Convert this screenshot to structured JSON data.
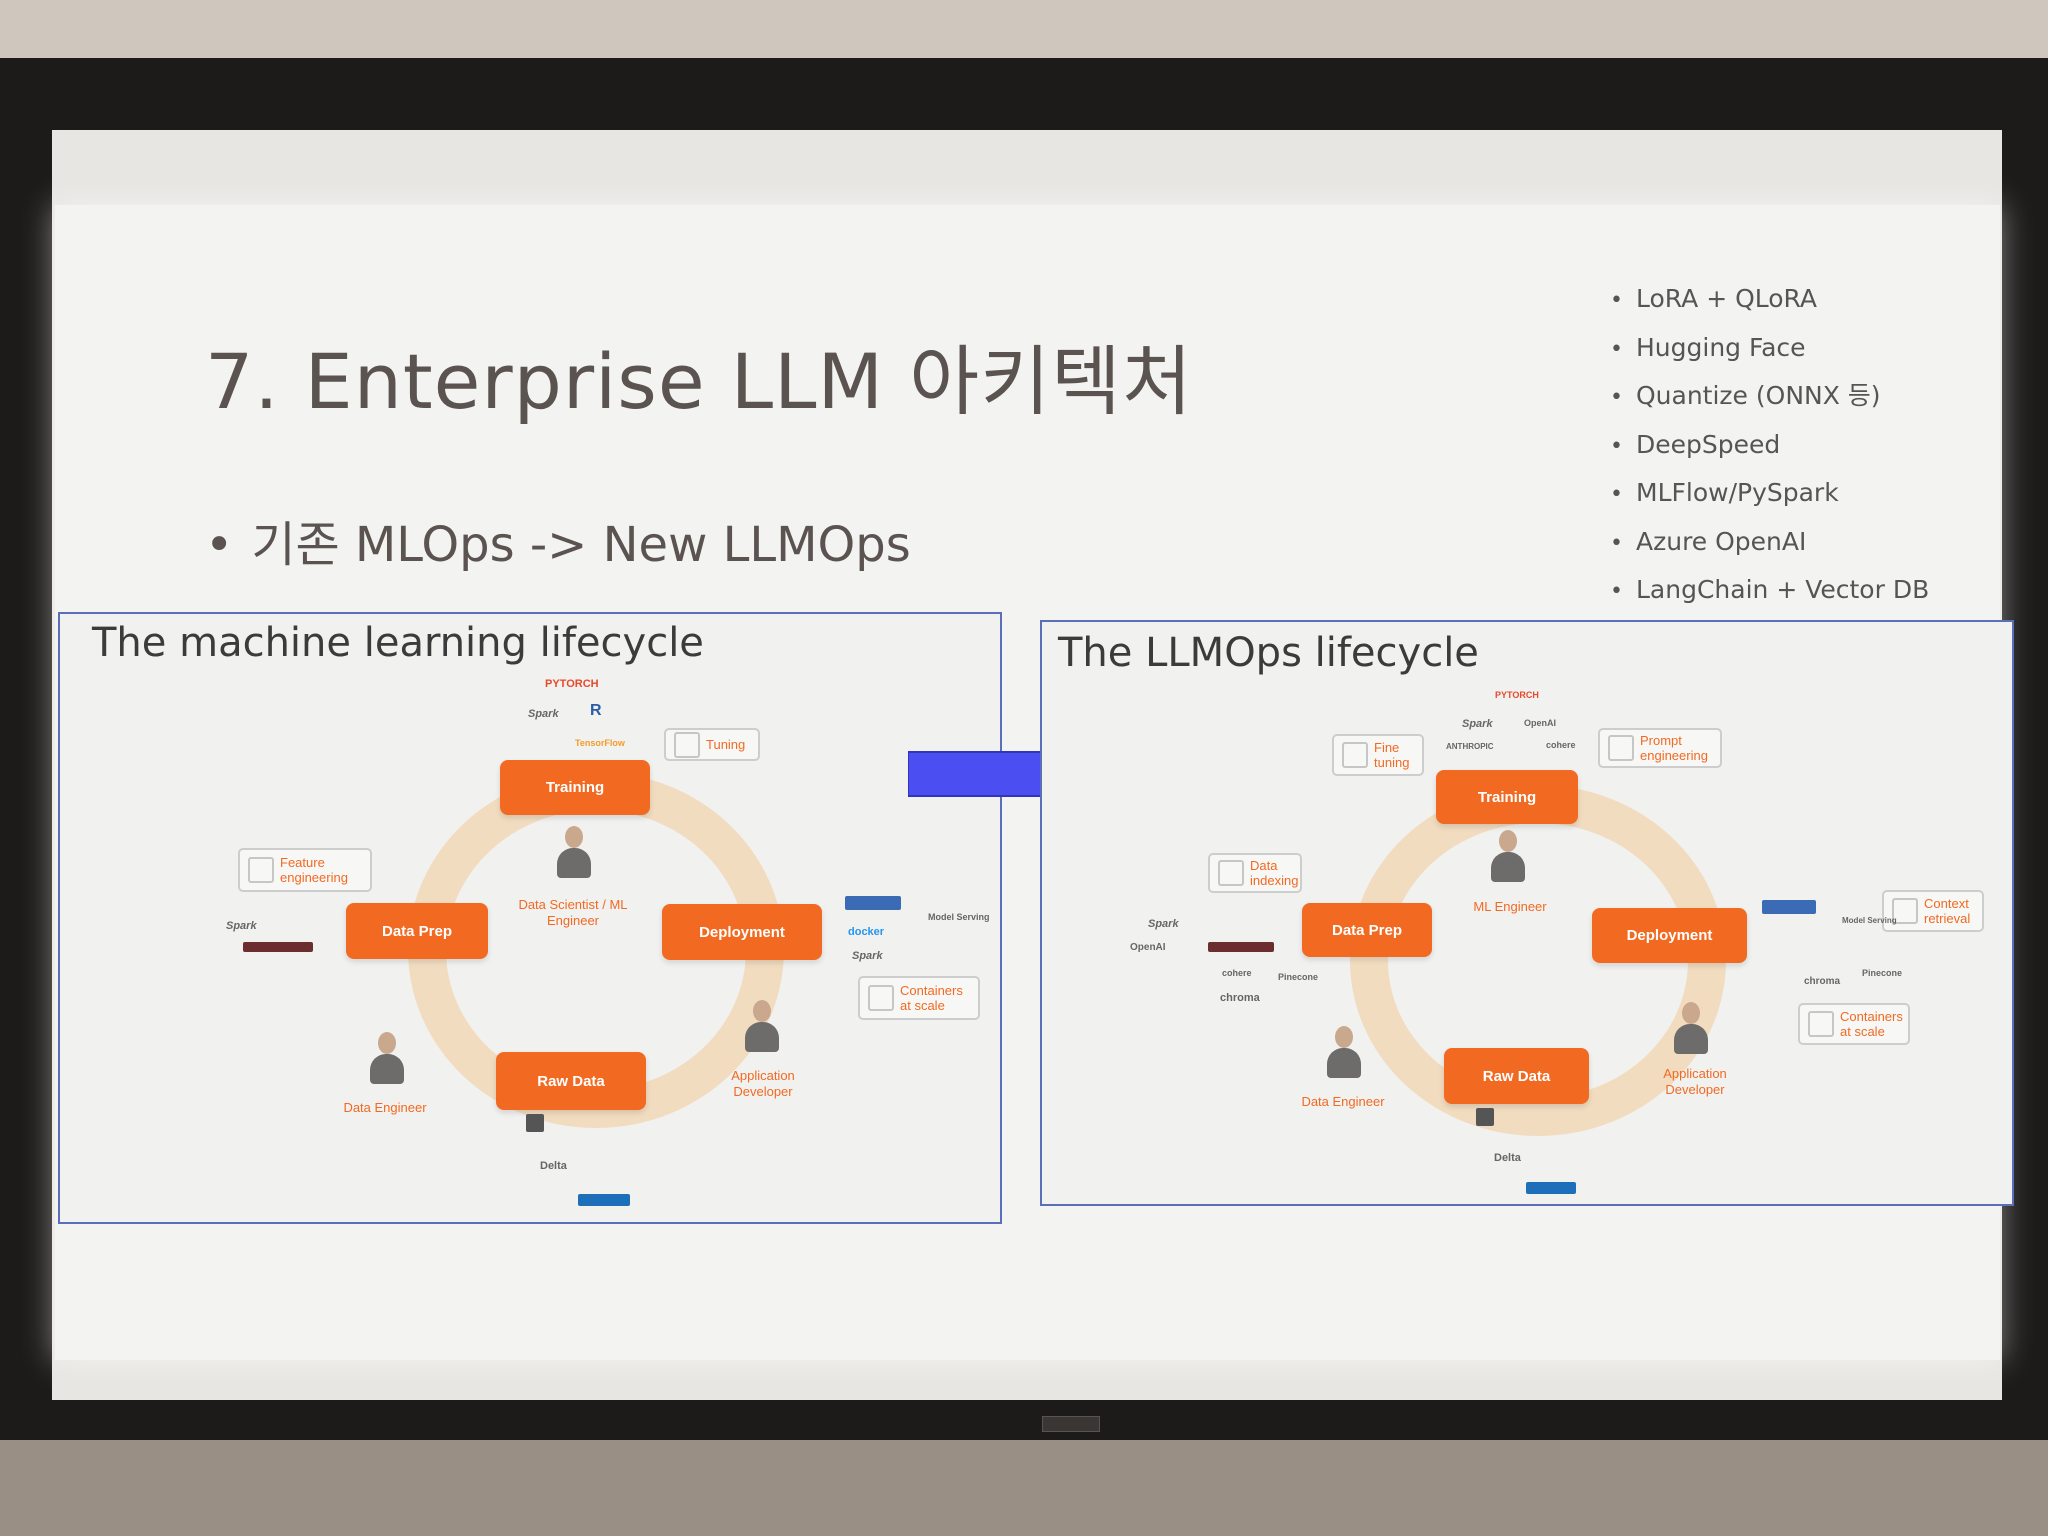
{
  "slide": {
    "title": "7. Enterprise LLM 아키텍처",
    "subtitle": "기존 MLOps  -> New LLMOps",
    "bullet": "•",
    "tools": [
      "LoRA + QLoRA",
      "Hugging Face",
      "Quantize (ONNX 등)",
      "DeepSpeed",
      "MLFlow/PySpark",
      "Azure OpenAI",
      "LangChain + Vector DB"
    ]
  },
  "colors": {
    "stage_orange": "#f26a22",
    "arrow_blue": "#4b4ef0",
    "panel_border": "#5b6fb8",
    "ring": "#f2dcc0"
  },
  "ml_panel": {
    "title": "The machine learning lifecycle",
    "stages": {
      "training": "Training",
      "deployment": "Deployment",
      "raw_data": "Raw Data",
      "data_prep": "Data Prep"
    },
    "roles": {
      "scientist": "Data Scientist / ML Engineer",
      "developer": "Application Developer",
      "engineer": "Data Engineer"
    },
    "callouts": {
      "tuning": "Tuning",
      "feature": "Feature engineering",
      "containers": "Containers at scale"
    },
    "logos": {
      "pytorch": "PYTORCH",
      "spark": "Spark",
      "r": "R",
      "tensorflow": "TensorFlow",
      "model_serving": "Model Serving",
      "docker": "docker",
      "delta": "Delta"
    }
  },
  "llm_panel": {
    "title": "The LLMOps lifecycle",
    "stages": {
      "training": "Training",
      "deployment": "Deployment",
      "raw_data": "Raw Data",
      "data_prep": "Data Prep"
    },
    "roles": {
      "ml_engineer": "ML Engineer",
      "developer": "Application Developer",
      "engineer": "Data Engineer"
    },
    "callouts": {
      "fine_tuning": "Fine tuning",
      "prompt": "Prompt engineering",
      "indexing": "Data indexing",
      "context": "Context retrieval",
      "containers": "Containers at scale"
    },
    "logos": {
      "pytorch": "PYTORCH",
      "spark": "Spark",
      "openai": "OpenAI",
      "anthropic": "ANTHROPIC",
      "cohere": "cohere",
      "pinecone": "Pinecone",
      "chroma": "chroma",
      "model_serving": "Model Serving",
      "delta": "Delta"
    }
  }
}
